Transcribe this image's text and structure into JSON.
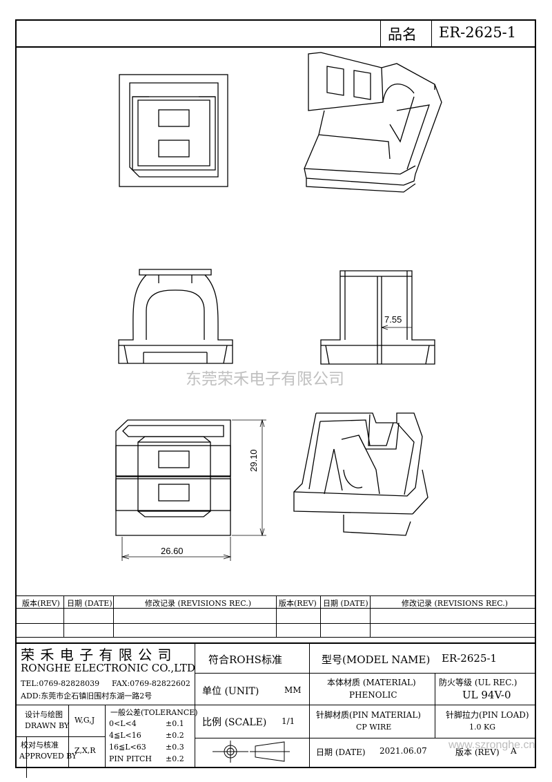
{
  "header": {
    "product_name_label": "品名",
    "product_name_value": "ER-2625-1"
  },
  "dimensions": {
    "window_width": "7.55",
    "height": "29.10",
    "width": "26.60"
  },
  "watermark": "东莞荣禾电子有限公司",
  "revision_table": {
    "headers": [
      "版本(REV)",
      "日期 (DATE)",
      "修改记录 (REVISIONS REC.)",
      "版本(REV)",
      "日期 (DATE)",
      "修改记录 (REVISIONS REC.)"
    ]
  },
  "company": {
    "name_cn": "荣 禾 电 子 有 限 公 司",
    "name_en": "RONGHE ELECTRONIC CO.,LTD",
    "tel": "TEL:0769-82828039",
    "fax": "FAX:0769-82822602",
    "address": "ADD:东莞市企石镇旧围村东湖一路2号"
  },
  "compliance": "符合ROHS标准",
  "model": {
    "label": "型号(MODEL NAME)",
    "value": "ER-2625-1"
  },
  "unit": {
    "label": "单位 (UNIT)",
    "value": "MM"
  },
  "material": {
    "label": "本体材质 (MATERIAL)",
    "value": "PHENOLIC"
  },
  "fire_rating": {
    "label": "防火等级 (UL REC.)",
    "value": "UL 94V-0"
  },
  "scale": {
    "label": "比例 (SCALE)",
    "value": "1/1"
  },
  "pin_material": {
    "label": "针脚材质(PIN MATERIAL)",
    "value": "CP WIRE"
  },
  "pin_load": {
    "label": "针脚拉力(PIN LOAD)",
    "value": "1.0 KG"
  },
  "date": {
    "label": "日期 (DATE)",
    "value": "2021.06.07"
  },
  "version": {
    "label": "版本 (REV)",
    "value": "A"
  },
  "signoff": {
    "design_label": "设计与绘图",
    "drawn_by_label": "DRAWN BY",
    "drawn_by_value": "W,G,J",
    "check_label": "校对与核准",
    "approved_by_label": "APPROVED BY",
    "approved_by_value": "Z,X,R"
  },
  "tolerance": {
    "title": "一般公差(TOLERANCE)",
    "rows": [
      {
        "range": "0<L<4",
        "value": "±0.1"
      },
      {
        "range": "4≦L<16",
        "value": "±0.2"
      },
      {
        "range": "16≦L<63",
        "value": "±0.3"
      },
      {
        "range": "PIN PITCH",
        "value": "±0.2"
      }
    ]
  },
  "footer_watermark": "www.szronghe.cn"
}
